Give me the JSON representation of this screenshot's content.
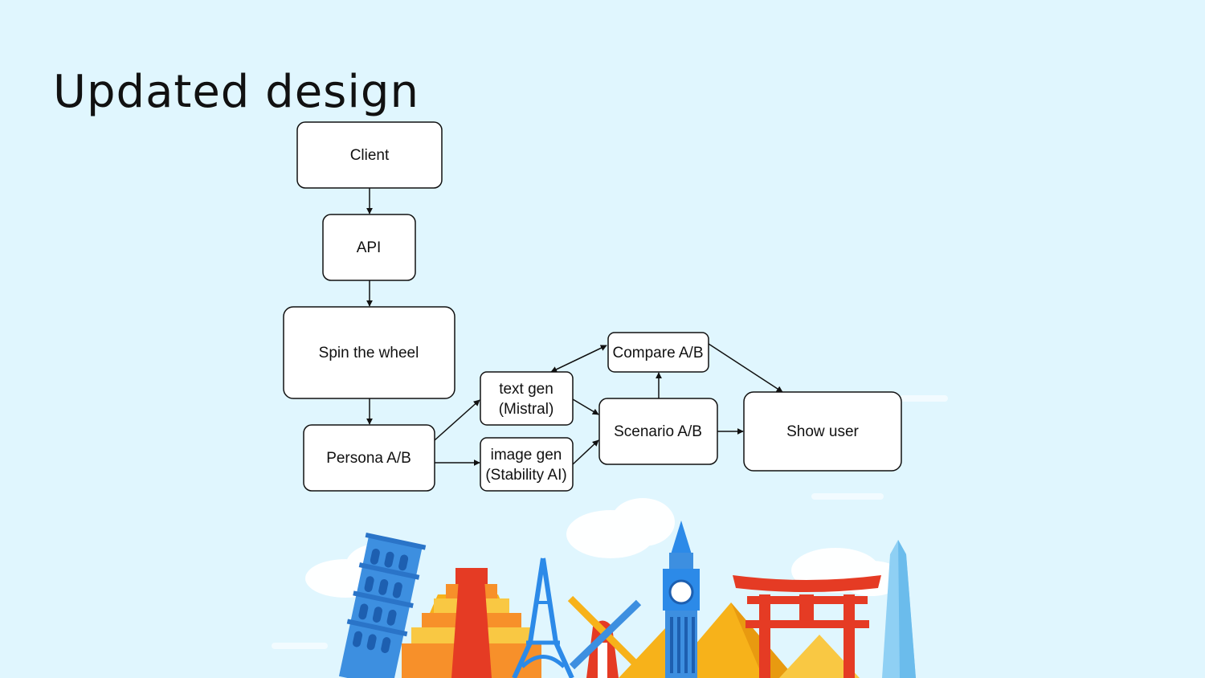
{
  "slide": {
    "title": "Updated design"
  },
  "diagram": {
    "nodes": {
      "client": {
        "label": "Client"
      },
      "api": {
        "label": "API"
      },
      "spin": {
        "label": "Spin the wheel"
      },
      "persona": {
        "label": "Persona A/B"
      },
      "textgen": {
        "line1": "text gen",
        "line2": "(Mistral)"
      },
      "imagegen": {
        "line1": "image gen",
        "line2": "(Stability AI)"
      },
      "compare": {
        "label": "Compare A/B"
      },
      "scenario": {
        "label": "Scenario A/B"
      },
      "showuser": {
        "label": "Show user"
      }
    },
    "edges": [
      {
        "from": "client",
        "to": "api"
      },
      {
        "from": "api",
        "to": "spin"
      },
      {
        "from": "spin",
        "to": "persona"
      },
      {
        "from": "persona",
        "to": "textgen"
      },
      {
        "from": "persona",
        "to": "imagegen"
      },
      {
        "from": "textgen",
        "to": "scenario"
      },
      {
        "from": "imagegen",
        "to": "scenario"
      },
      {
        "from": "scenario",
        "to": "compare"
      },
      {
        "from": "compare",
        "to": "textgen"
      },
      {
        "from": "textgen",
        "to": "compare"
      },
      {
        "from": "compare",
        "to": "showuser"
      },
      {
        "from": "scenario",
        "to": "showuser"
      }
    ]
  },
  "colors": {
    "background": "#e0f6fe",
    "node_fill": "#ffffff",
    "node_stroke": "#111111"
  }
}
